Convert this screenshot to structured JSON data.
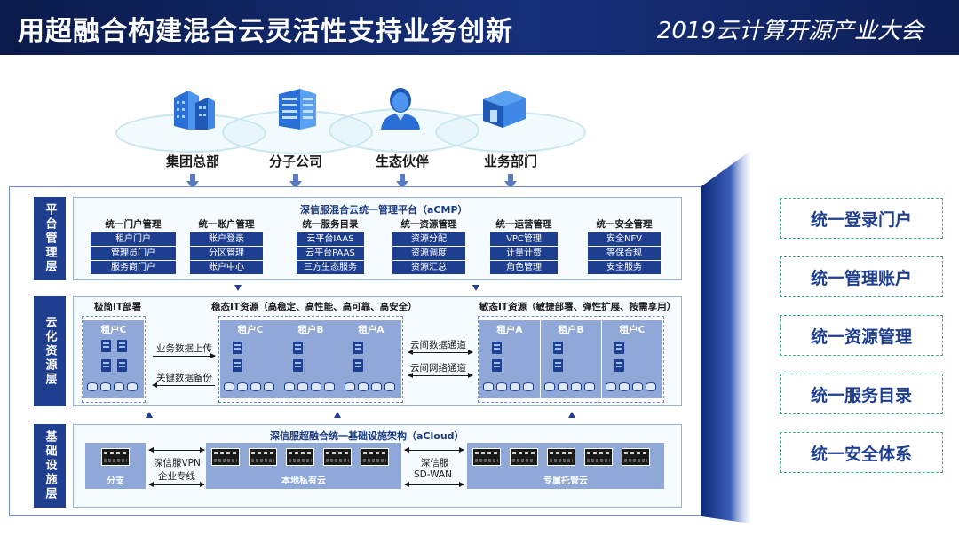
{
  "header": {
    "title": "用超融合构建混合云灵活性支持业务创新",
    "subtitle": "2019云计算开源产业大会"
  },
  "user_groups": [
    {
      "label": "集团总部",
      "icon": "office-buildings-icon"
    },
    {
      "label": "分子公司",
      "icon": "office-building-icon"
    },
    {
      "label": "生态伙伴",
      "icon": "person-icon"
    },
    {
      "label": "业务部门",
      "icon": "storefront-icon"
    }
  ],
  "layers": {
    "platform": {
      "label": "平台管理层",
      "title": "深信服混合云统一管理平台（aCMP）",
      "columns": [
        {
          "head": "统一门户管理",
          "items": [
            "租户门户",
            "管理员门户",
            "服务商门户"
          ]
        },
        {
          "head": "统一账户管理",
          "items": [
            "账户登录",
            "分区管理",
            "账户中心"
          ]
        },
        {
          "head": "统一服务目录",
          "items": [
            "云平台IAAS",
            "云平台PAAS",
            "三方生态服务"
          ]
        },
        {
          "head": "统一资源管理",
          "items": [
            "资源分配",
            "资源调度",
            "资源汇总"
          ]
        },
        {
          "head": "统一运营管理",
          "items": [
            "VPC管理",
            "计量计费",
            "角色管理"
          ]
        },
        {
          "head": "统一安全管理",
          "items": [
            "安全NFV",
            "等保合规",
            "安全服务"
          ]
        }
      ]
    },
    "cloud": {
      "label": "云化资源层",
      "simple_it": "极简IT部署",
      "stable_it": "稳态IT资源（高稳定、高性能、高可靠、高安全）",
      "agile_it": "敏态IT资源（敏捷部署、弹性扩展、按需享用）",
      "upload": "业务数据上传",
      "backup": "关键数据备份",
      "data_channel": "云间数据通道",
      "net_channel": "云间网络通道",
      "simple_tenants": [
        "租户C"
      ],
      "stable_tenants": [
        "租户C",
        "租户B",
        "租户A"
      ],
      "agile_tenants": [
        "租户A",
        "租户B",
        "租户C"
      ]
    },
    "infra": {
      "label": "基础设施层",
      "title": "深信服超融合统一基础设施架构（aCloud）",
      "branch": "分支",
      "vpn": "深信服VPN",
      "vpn_line": "企业专线",
      "private_cloud": "本地私有云",
      "sdwan_brand": "深信服",
      "sdwan": "SD-WAN",
      "hosted_cloud": "专属托管云"
    }
  },
  "features": [
    "统一登录门户",
    "统一管理账户",
    "统一资源管理",
    "统一服务目录",
    "统一安全体系"
  ]
}
